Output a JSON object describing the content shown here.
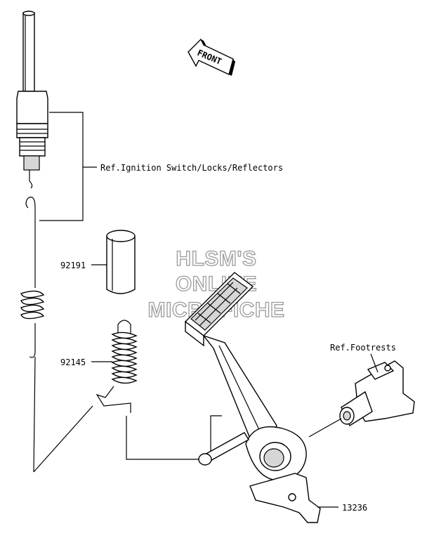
{
  "front_arrow": {
    "text": "FRONT"
  },
  "watermark": {
    "line1": "HLSM'S",
    "line2": "ONLINE",
    "line3": "MICROFICHE"
  },
  "callouts": {
    "ref_ignition": "Ref.Ignition Switch/Locks/Reflectors",
    "part_92191": "92191",
    "part_92145": "92145",
    "ref_footrests": "Ref.Footrests",
    "part_13236": "13236"
  }
}
